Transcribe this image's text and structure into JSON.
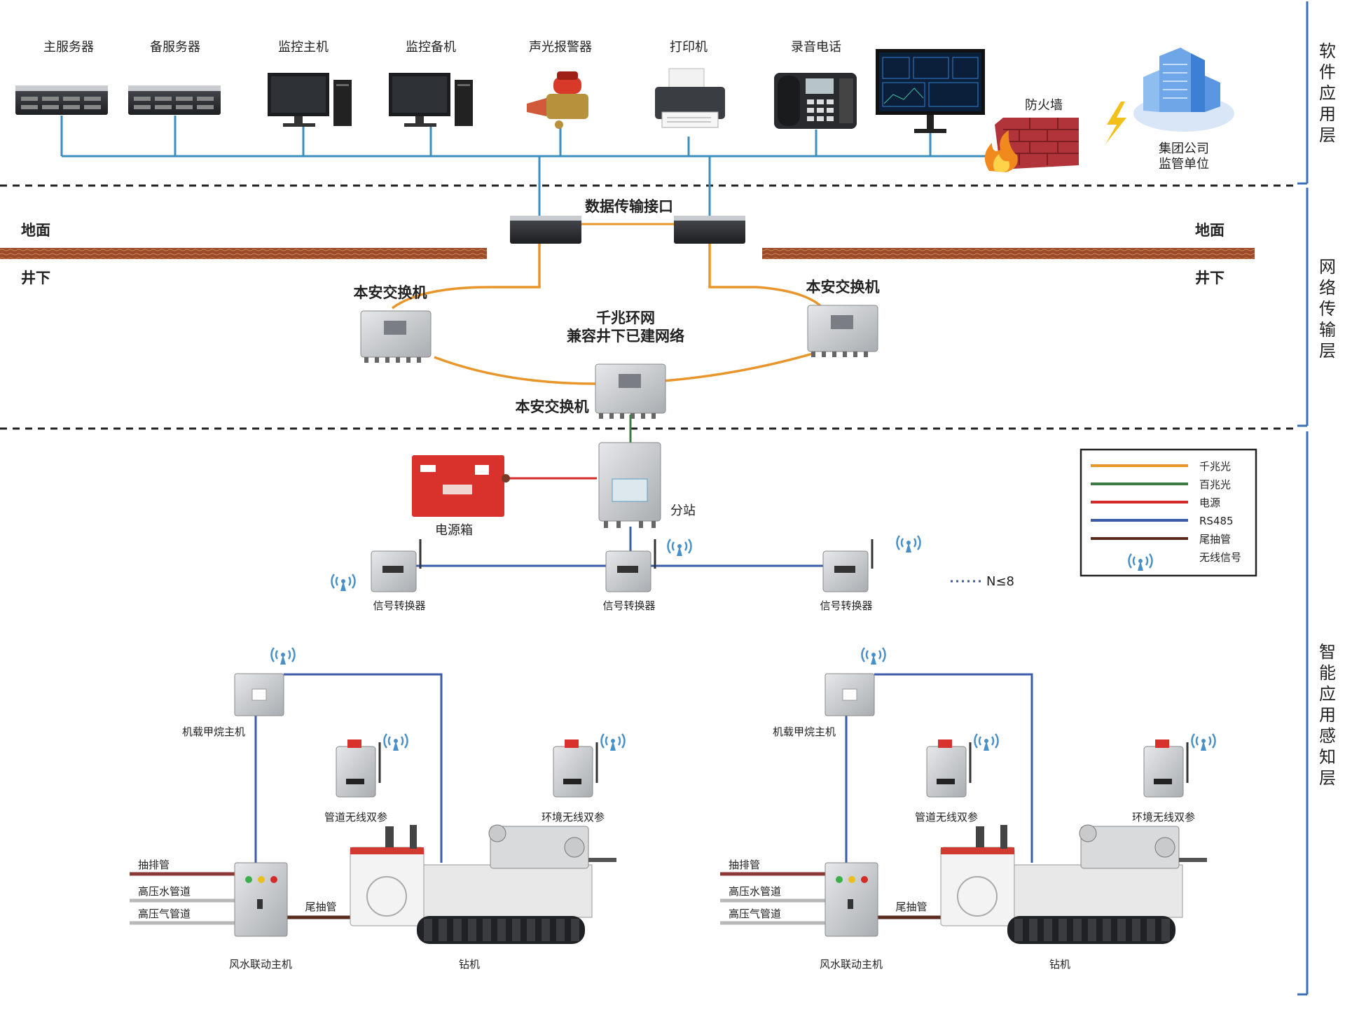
{
  "layers": [
    "软件应用层",
    "网络传输层",
    "智能应用感知层"
  ],
  "software_layer": {
    "devices": [
      "主服务器",
      "备服务器",
      "监控主机",
      "监控备机",
      "声光报警器",
      "打印机",
      "录音电话"
    ],
    "firewall": "防火墙",
    "group": "集团公司\n监管单位"
  },
  "network_layer": {
    "interface": "数据传输接口",
    "ground_left": "地面",
    "ground_right": "地面",
    "underground_left": "井下",
    "underground_right": "井下",
    "switch_left": "本安交换机",
    "switch_right": "本安交换机",
    "switch_bottom": "本安交换机",
    "ring_line1": "千兆环网",
    "ring_line2": "兼容井下已建网络"
  },
  "perception_layer": {
    "power_box": "电源箱",
    "substation": "分站",
    "converters": [
      "信号转换器",
      "信号转换器",
      "信号转换器"
    ],
    "n_limit": "N≤8",
    "units": [
      {
        "gas_host": "机载甲烷主机",
        "pipe_sensor": "管道无线双参",
        "env_sensor": "环境无线双参",
        "pipes": [
          "抽排管",
          "高压水管道",
          "高压气管道"
        ],
        "tail_pipe": "尾抽管",
        "linkage_host": "风水联动主机",
        "drill": "钻机"
      },
      {
        "gas_host": "机载甲烷主机",
        "pipe_sensor": "管道无线双参",
        "env_sensor": "环境无线双参",
        "pipes": [
          "抽排管",
          "高压水管道",
          "高压气管道"
        ],
        "tail_pipe": "尾抽管",
        "linkage_host": "风水联动主机",
        "drill": "钻机"
      }
    ]
  },
  "legend": {
    "items": [
      {
        "label": "千兆光",
        "color": "#e8962c"
      },
      {
        "label": "百兆光",
        "color": "#3c7a44"
      },
      {
        "label": "电源",
        "color": "#d42a2a"
      },
      {
        "label": "RS485",
        "color": "#3b5aa8"
      },
      {
        "label": "尾抽管",
        "color": "#5a2a1e"
      },
      {
        "label": "无线信号",
        "color": "#4a90c8"
      }
    ]
  },
  "colors": {
    "gigabit": "#e8962c",
    "megabit": "#3c7a44",
    "power": "#d42a2a",
    "rs485": "#3b5aa8",
    "tail": "#5a2a1e",
    "wireless": "#4a90c8",
    "bus": "#3a8fbf"
  }
}
